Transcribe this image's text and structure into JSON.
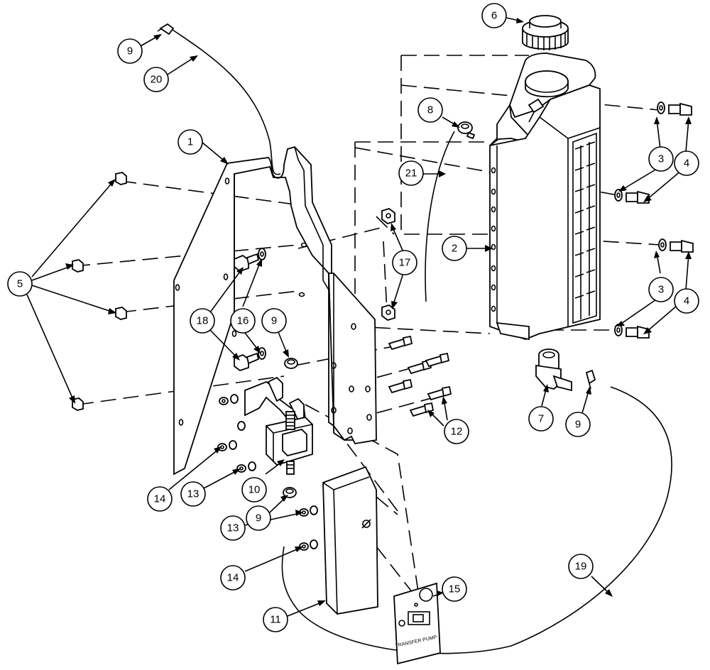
{
  "diagram": {
    "callouts": [
      {
        "id": "c6",
        "label": "6"
      },
      {
        "id": "c9a",
        "label": "9"
      },
      {
        "id": "c20",
        "label": "20"
      },
      {
        "id": "c8",
        "label": "8"
      },
      {
        "id": "c1",
        "label": "1"
      },
      {
        "id": "c21",
        "label": "21"
      },
      {
        "id": "c3a",
        "label": "3"
      },
      {
        "id": "c4a",
        "label": "4"
      },
      {
        "id": "c2",
        "label": "2"
      },
      {
        "id": "c17",
        "label": "17"
      },
      {
        "id": "c5",
        "label": "5"
      },
      {
        "id": "c3b",
        "label": "3"
      },
      {
        "id": "c4b",
        "label": "4"
      },
      {
        "id": "c18",
        "label": "18"
      },
      {
        "id": "c16",
        "label": "16"
      },
      {
        "id": "c9b",
        "label": "9"
      },
      {
        "id": "c7",
        "label": "7"
      },
      {
        "id": "c9c",
        "label": "9"
      },
      {
        "id": "c12",
        "label": "12"
      },
      {
        "id": "c14a",
        "label": "14"
      },
      {
        "id": "c13a",
        "label": "13"
      },
      {
        "id": "c10",
        "label": "10"
      },
      {
        "id": "c9d",
        "label": "9"
      },
      {
        "id": "c13b",
        "label": "13"
      },
      {
        "id": "c14b",
        "label": "14"
      },
      {
        "id": "c15",
        "label": "15"
      },
      {
        "id": "c19",
        "label": "19"
      },
      {
        "id": "c11",
        "label": "11"
      }
    ]
  }
}
